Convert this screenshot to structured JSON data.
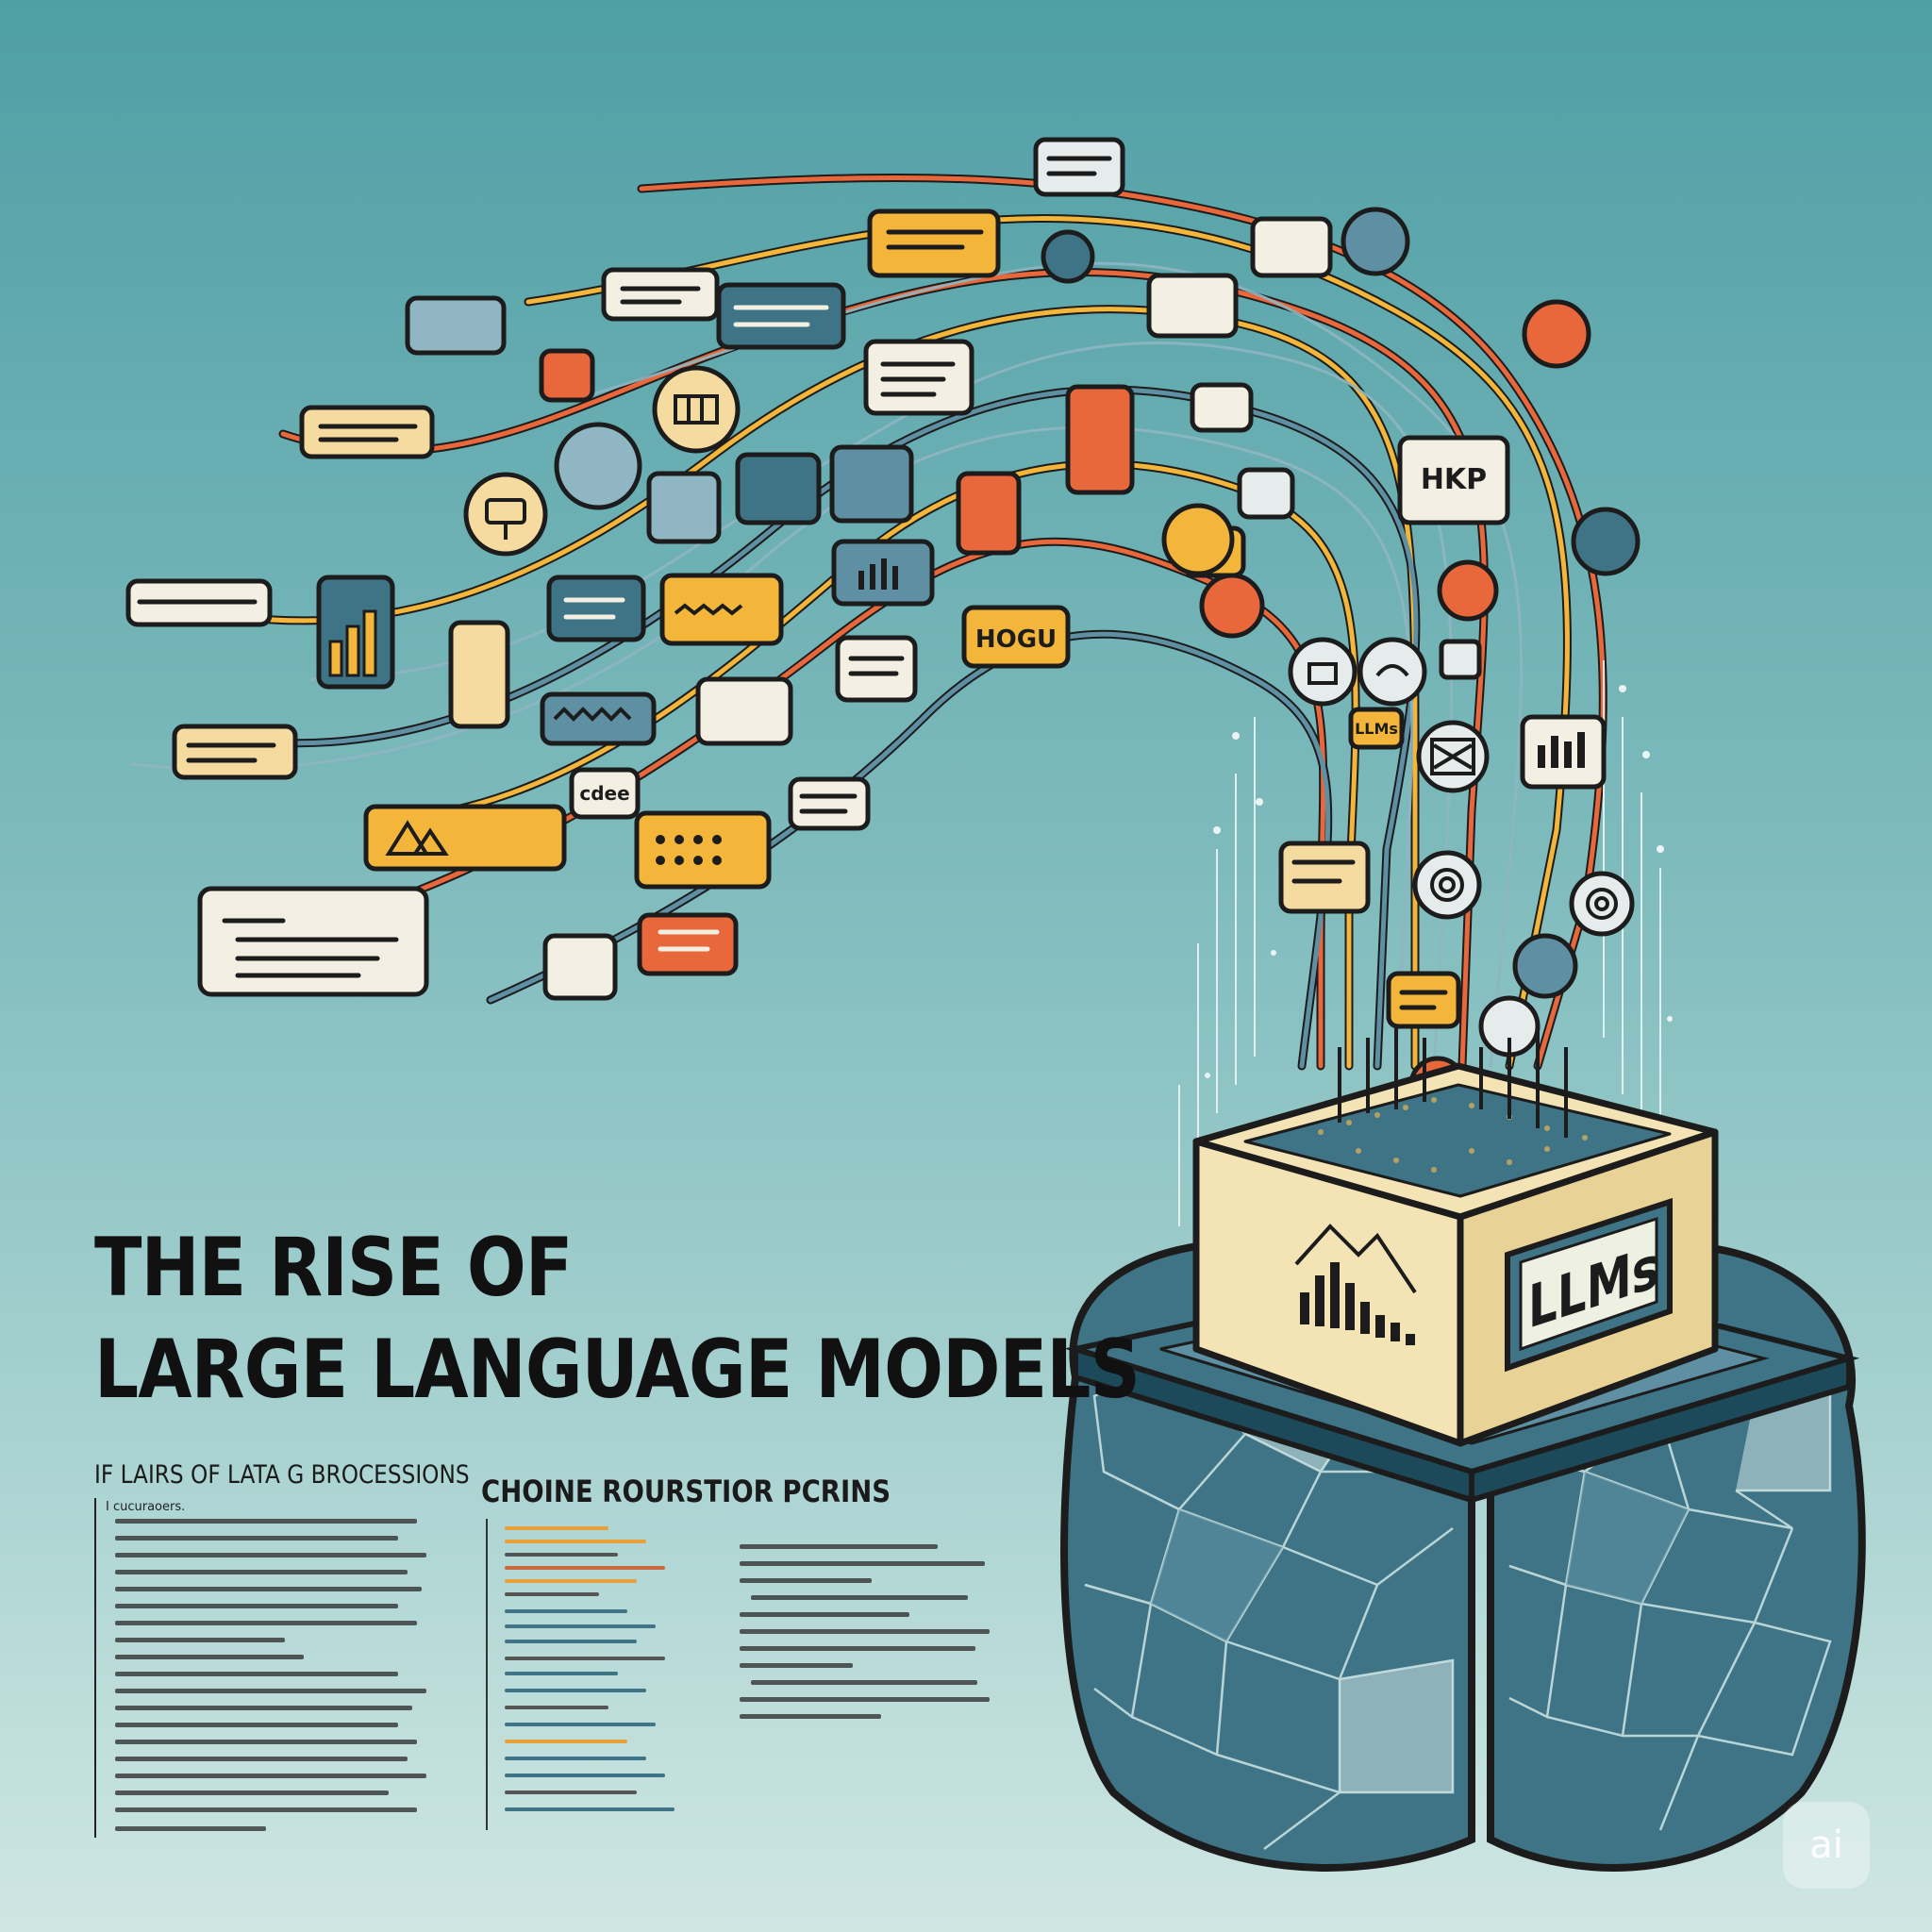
{
  "title_line1": "THE RISE OF",
  "title_line2": "LARGE LANGUAGE MODELS",
  "subhead_left": "IF LAIRS OF LATA G BROCESSIONS",
  "subhead_left_lead": "I cucuraoers.",
  "subhead_mid": "CHOINE ROURSTIOR PCRINS",
  "cube_label": "LLMs",
  "chip_hogu": "HOGU",
  "chip_llms": "LLMs",
  "chip_hmp": "HKP",
  "chip_cdee": "cdee",
  "badge_ai": "ai",
  "colors": {
    "teal_dark": "#3e7486",
    "orange": "#e8683c",
    "yellow": "#f3b63a",
    "cream": "#f4e3b5",
    "ink": "#1c1c1c"
  }
}
